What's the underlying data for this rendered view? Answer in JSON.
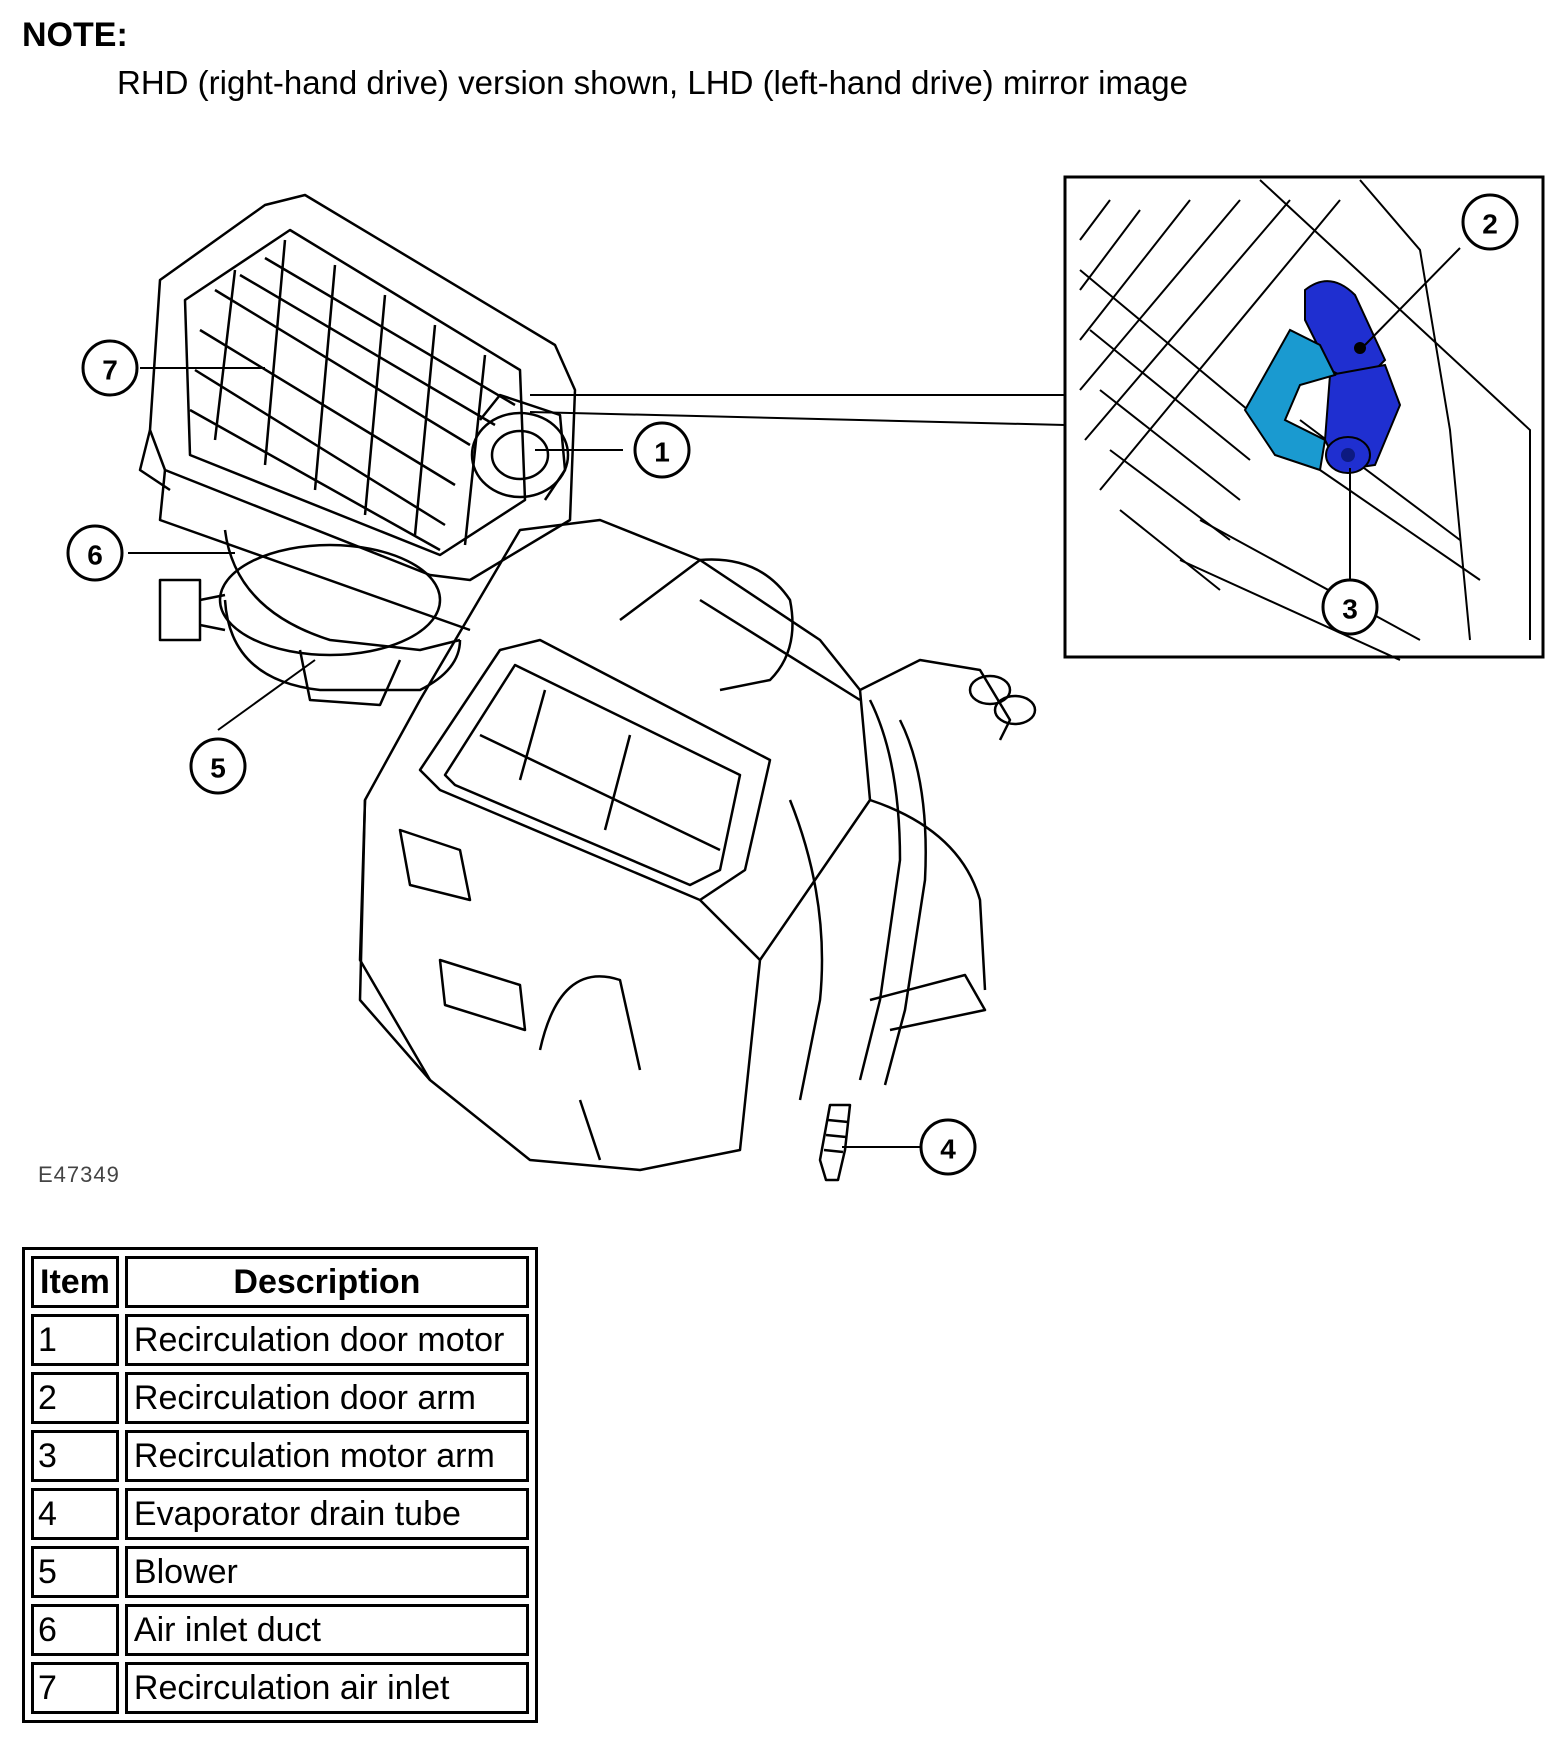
{
  "note": {
    "heading": "NOTE:",
    "text": "RHD (right-hand drive) version shown, LHD (left-hand drive) mirror image"
  },
  "figure_code": "E47349",
  "callouts": [
    "1",
    "2",
    "3",
    "4",
    "5",
    "6",
    "7"
  ],
  "highlight_colors": {
    "door_arm": "#1f2fd0",
    "motor_arm": "#1a9ad0"
  },
  "legend": {
    "headers": [
      "Item",
      "Description"
    ],
    "rows": [
      {
        "item": "1",
        "description": "Recirculation door motor"
      },
      {
        "item": "2",
        "description": "Recirculation door arm"
      },
      {
        "item": "3",
        "description": "Recirculation motor arm"
      },
      {
        "item": "4",
        "description": "Evaporator drain tube"
      },
      {
        "item": "5",
        "description": "Blower"
      },
      {
        "item": "6",
        "description": "Air inlet duct"
      },
      {
        "item": "7",
        "description": "Recirculation air inlet"
      }
    ]
  }
}
